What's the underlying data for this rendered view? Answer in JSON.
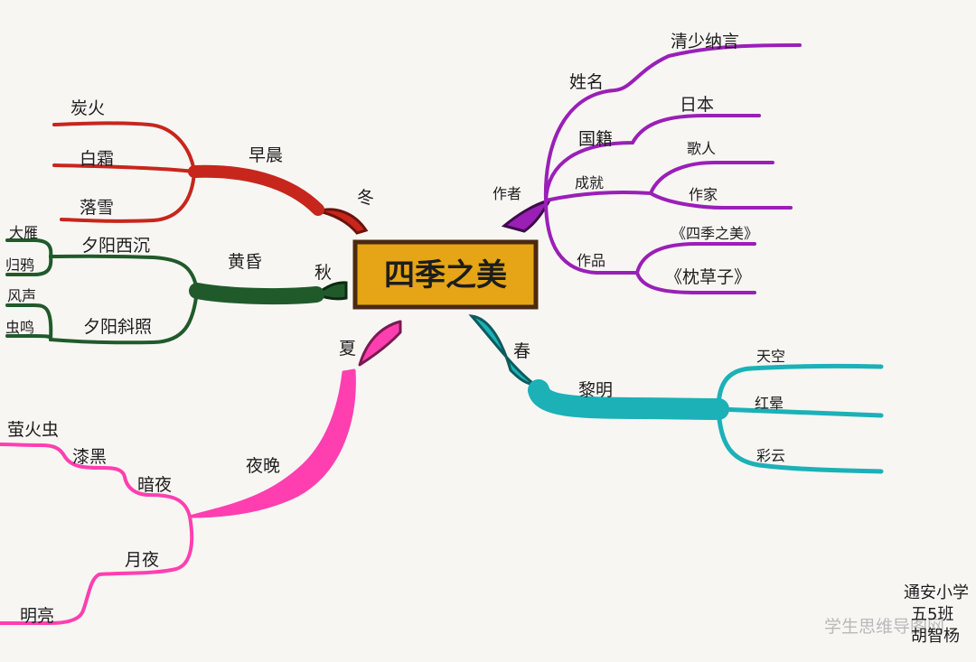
{
  "center": {
    "title": "四季之美"
  },
  "colors": {
    "center_fill": "#e6a516",
    "winter": "#c7261c",
    "autumn": "#205a2b",
    "summer": "#ff3fb0",
    "spring": "#1bb1b7",
    "author": "#9a1fb7"
  },
  "winter": {
    "season": "冬",
    "time": "早晨",
    "items": [
      "炭火",
      "白霜",
      "落雪"
    ]
  },
  "autumn": {
    "season": "秋",
    "time": "黄昏",
    "sub1": "夕阳西沉",
    "sub2": "夕阳斜照",
    "leaves": [
      "大雁",
      "归鸦",
      "风声",
      "虫鸣"
    ]
  },
  "summer": {
    "season": "夏",
    "time": "夜晚",
    "branch1": "暗夜",
    "branch2": "漆黑",
    "leaf1": "萤火虫",
    "branch3": "月夜",
    "leaf2": "明亮"
  },
  "spring": {
    "season": "春",
    "time": "黎明",
    "items": [
      "天空",
      "红晕",
      "彩云"
    ]
  },
  "author": {
    "label": "作者",
    "name_label": "姓名",
    "name": "清少纳言",
    "nation_label": "国籍",
    "nation": "日本",
    "achievement_label": "成就",
    "achievements": [
      "歌人",
      "作家"
    ],
    "works_label": "作品",
    "works": [
      "《四季之美》",
      "《枕草子》"
    ]
  },
  "signature": {
    "school": "通安小学",
    "class": "五5班",
    "name": "胡智杨"
  },
  "watermark": "学生思维导图网"
}
